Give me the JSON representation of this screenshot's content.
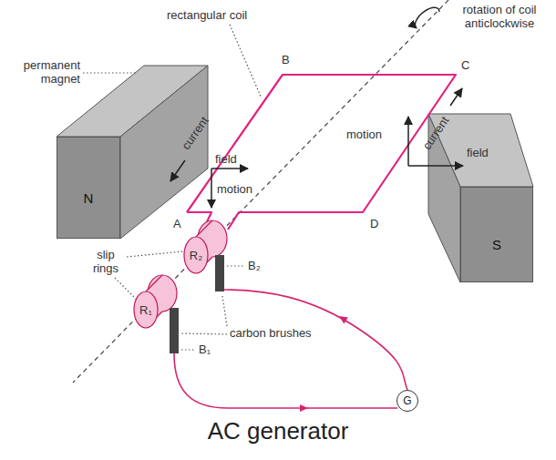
{
  "diagram": {
    "caption": "AC generator",
    "nodes": [
      {
        "text": [
          "N"
        ]
      },
      {
        "text": [
          "S"
        ]
      },
      {
        "text": [
          "G"
        ]
      }
    ],
    "labels": [
      "rectangular coil",
      "rotation of coil anticlockwise",
      "permanent magnet",
      "B",
      "C",
      "current",
      "field",
      "motion",
      "motion",
      "current",
      "field",
      "A",
      "D",
      "slip rings",
      "R₂",
      "R₁",
      "B₂",
      "carbon brushes",
      "B₁"
    ]
  }
}
